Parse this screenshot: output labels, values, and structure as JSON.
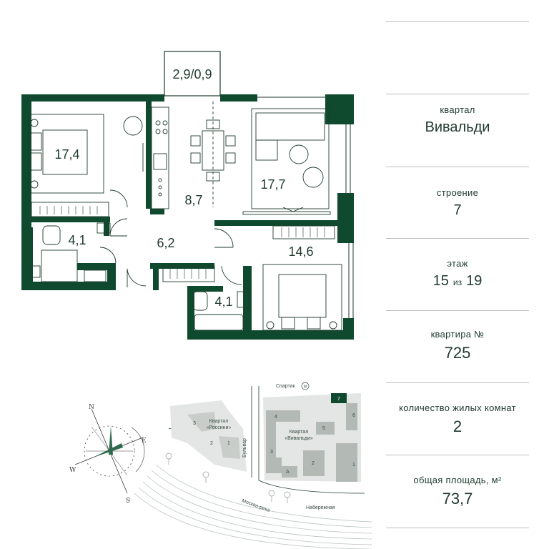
{
  "plan": {
    "rooms": [
      {
        "id": "balcony",
        "area": "2,9/0,9"
      },
      {
        "id": "bedroom-1",
        "area": "17,4"
      },
      {
        "id": "kitchen",
        "area": "8,7"
      },
      {
        "id": "living",
        "area": "17,7"
      },
      {
        "id": "bath-1",
        "area": "4,1"
      },
      {
        "id": "hall",
        "area": "6,2"
      },
      {
        "id": "bedroom-2",
        "area": "14,6"
      },
      {
        "id": "bath-2",
        "area": "4,1"
      }
    ]
  },
  "compass": {
    "n": "N",
    "s": "S",
    "e": "E",
    "w": "W"
  },
  "map": {
    "metro": "Спартак",
    "metro_symbol": "М",
    "quarter_1_line1": "Квартал",
    "quarter_1_line2": "«Россини»",
    "quarter_2_line1": "Квартал",
    "quarter_2_line2": "«Вивальди»",
    "boulevard": "Бульвар",
    "river": "Москва-река",
    "embankment": "Набережная",
    "building_highlight": "7",
    "building_numbers": [
      "1",
      "2",
      "3",
      "4",
      "5",
      "6",
      "А",
      "1",
      "2",
      "3"
    ]
  },
  "info": {
    "quarter_label": "квартал",
    "quarter_value": "Вивальди",
    "building_label": "строение",
    "building_value": "7",
    "floor_label": "этаж",
    "floor_value": "15",
    "floor_of": "из",
    "floor_total": "19",
    "apartment_label": "квартира №",
    "apartment_value": "725",
    "rooms_label": "количество жилых комнат",
    "rooms_value": "2",
    "area_label": "общая площадь, м²",
    "area_value": "73,7"
  },
  "colors": {
    "accent": "#0f4a2f",
    "text": "#1f3a2d",
    "line": "#b9bfbc"
  }
}
